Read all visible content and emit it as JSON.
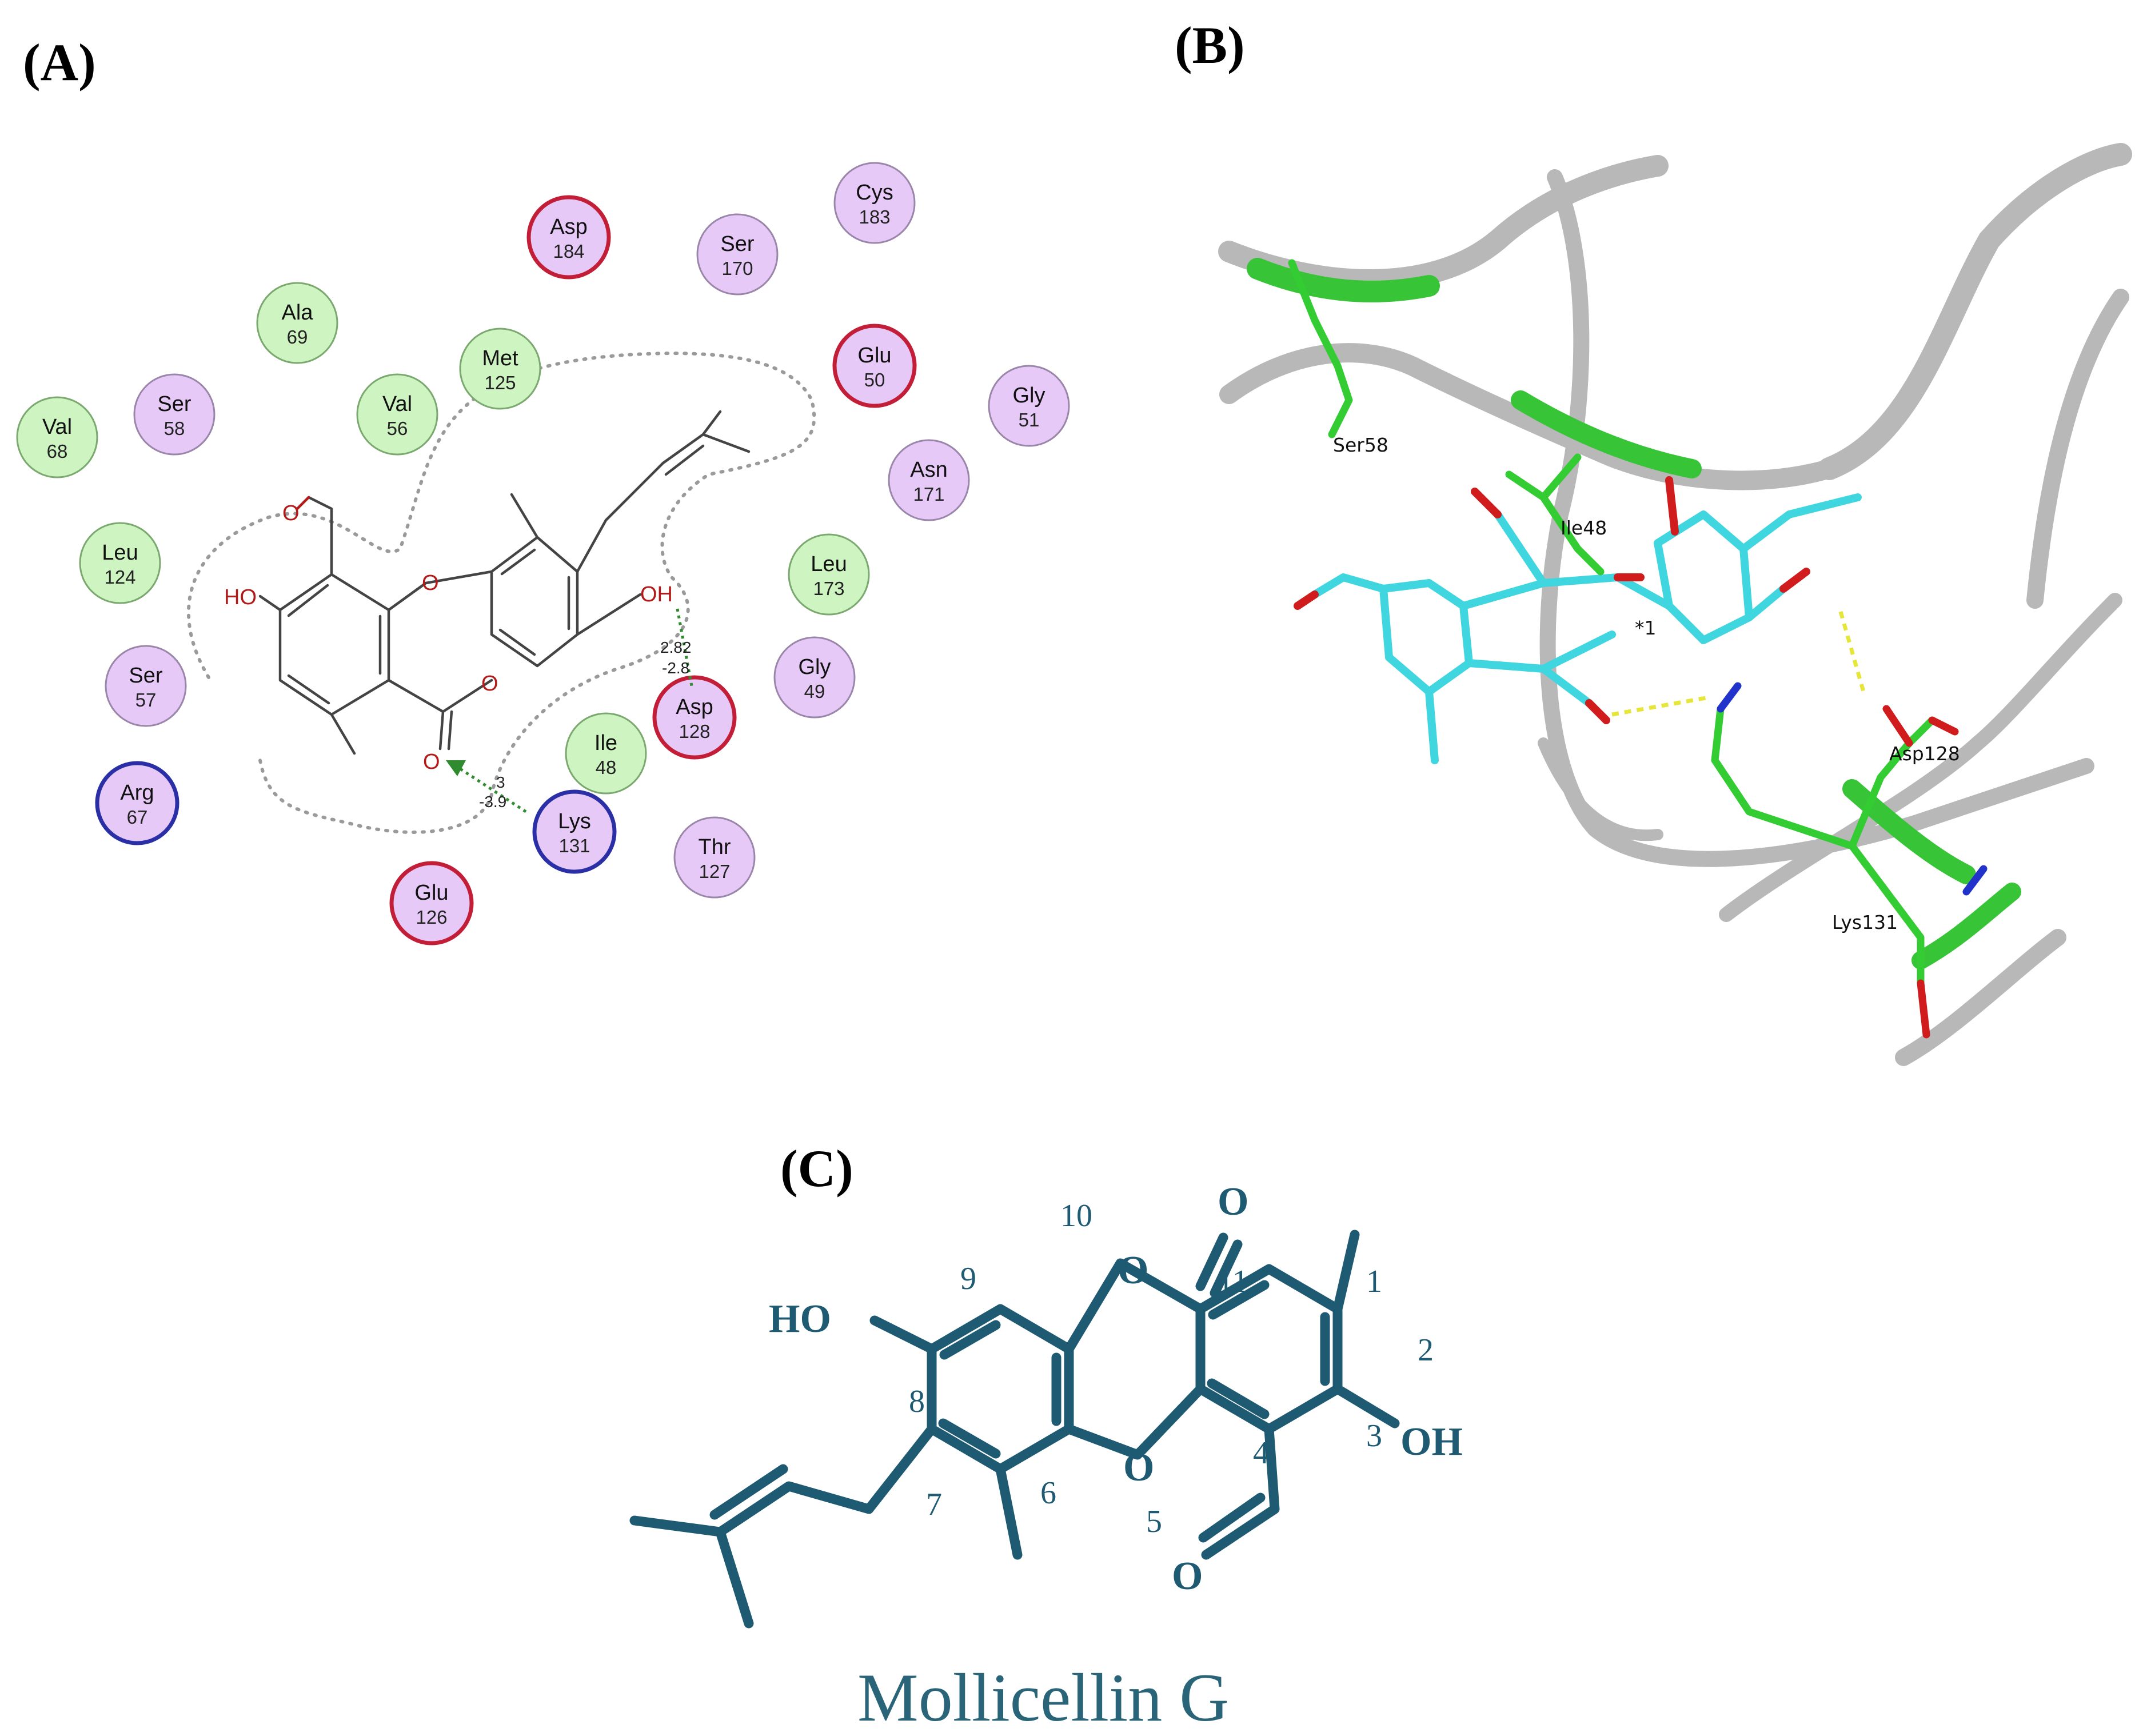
{
  "panels": {
    "a": {
      "label": "(A)",
      "residues": [
        {
          "name": "Val",
          "num": "68",
          "type": "hydrophobic"
        },
        {
          "name": "Ser",
          "num": "58",
          "type": "polar"
        },
        {
          "name": "Ala",
          "num": "69",
          "type": "hydrophobic"
        },
        {
          "name": "Val",
          "num": "56",
          "type": "hydrophobic"
        },
        {
          "name": "Met",
          "num": "125",
          "type": "hydrophobic"
        },
        {
          "name": "Asp",
          "num": "184",
          "type": "negative"
        },
        {
          "name": "Ser",
          "num": "170",
          "type": "polar"
        },
        {
          "name": "Cys",
          "num": "183",
          "type": "polar"
        },
        {
          "name": "Glu",
          "num": "50",
          "type": "negative"
        },
        {
          "name": "Gly",
          "num": "51",
          "type": "polar"
        },
        {
          "name": "Asn",
          "num": "171",
          "type": "polar"
        },
        {
          "name": "Leu",
          "num": "124",
          "type": "hydrophobic"
        },
        {
          "name": "Leu",
          "num": "173",
          "type": "hydrophobic"
        },
        {
          "name": "Ser",
          "num": "57",
          "type": "polar"
        },
        {
          "name": "Gly",
          "num": "49",
          "type": "polar"
        },
        {
          "name": "Asp",
          "num": "128",
          "type": "negative"
        },
        {
          "name": "Ile",
          "num": "48",
          "type": "hydrophobic"
        },
        {
          "name": "Arg",
          "num": "67",
          "type": "positive"
        },
        {
          "name": "Lys",
          "num": "131",
          "type": "positive"
        },
        {
          "name": "Thr",
          "num": "127",
          "type": "polar"
        },
        {
          "name": "Glu",
          "num": "126",
          "type": "negative"
        }
      ],
      "atoms": {
        "oxygen": "O",
        "hydroxyl": "OH",
        "hydroxyl_left": "HO"
      },
      "distances": {
        "d1a": "2.82",
        "d1b": "-2.8",
        "d2a": "3",
        "d2b": "-3.9"
      }
    },
    "b": {
      "label": "(B)",
      "labels": [
        "Ser58",
        "Ile48",
        "*1",
        "Asp128",
        "Lys131"
      ]
    },
    "c": {
      "label": "(C)",
      "compound_name": "Mollicellin G",
      "atom_labels": {
        "ho": "HO",
        "oh": "OH",
        "o": "O"
      },
      "numbers": [
        "1",
        "2",
        "3",
        "4",
        "5",
        "6",
        "7",
        "8",
        "9",
        "10",
        "11"
      ]
    }
  },
  "colors": {
    "hydrophobic": "#cdf4c1",
    "polar": "#e6c9f7",
    "negative": "#c21e38",
    "positive": "#2a2fa6",
    "ligand_carbon": "#3fd6e0",
    "protein_carbon": "#33cc33",
    "structure_blue": "#1f5a73"
  }
}
